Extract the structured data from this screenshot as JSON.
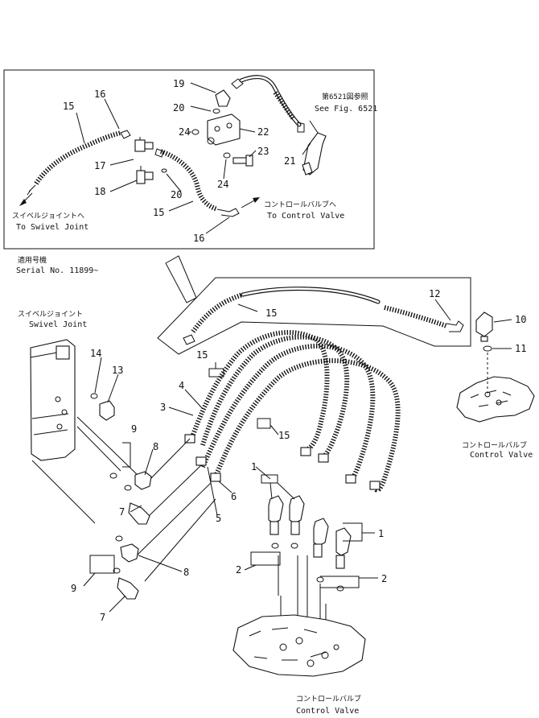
{
  "inset": {
    "callouts": [
      "19",
      "16",
      "15",
      "20",
      "24",
      "22",
      "17",
      "23",
      "21",
      "18",
      "20",
      "24",
      "15",
      "16"
    ],
    "see_fig_jp": "第6521図参照",
    "see_fig_en": "See Fig. 6521",
    "swivel_jp": "スイベルジョイントへ",
    "swivel_en": "To Swivel Joint",
    "control_jp": "コントロールバルブへ",
    "control_en": "To Control Valve"
  },
  "serial": {
    "jp": "適用号機",
    "en": "Serial No. 11899~"
  },
  "main": {
    "callouts": [
      "15",
      "12",
      "10",
      "11",
      "14",
      "13",
      "15",
      "4",
      "3",
      "9",
      "8",
      "15",
      "7",
      "1",
      "5",
      "6",
      "1",
      "8",
      "2",
      "2",
      "9",
      "7"
    ],
    "swivel_jp": "スイベルジョイント",
    "swivel_en": "Swivel Joint",
    "control_right_jp": "コントロールバルブ",
    "control_right_en": "Control Valve",
    "control_bottom_jp": "コントロールバルブ",
    "control_bottom_en": "Control Valve"
  }
}
